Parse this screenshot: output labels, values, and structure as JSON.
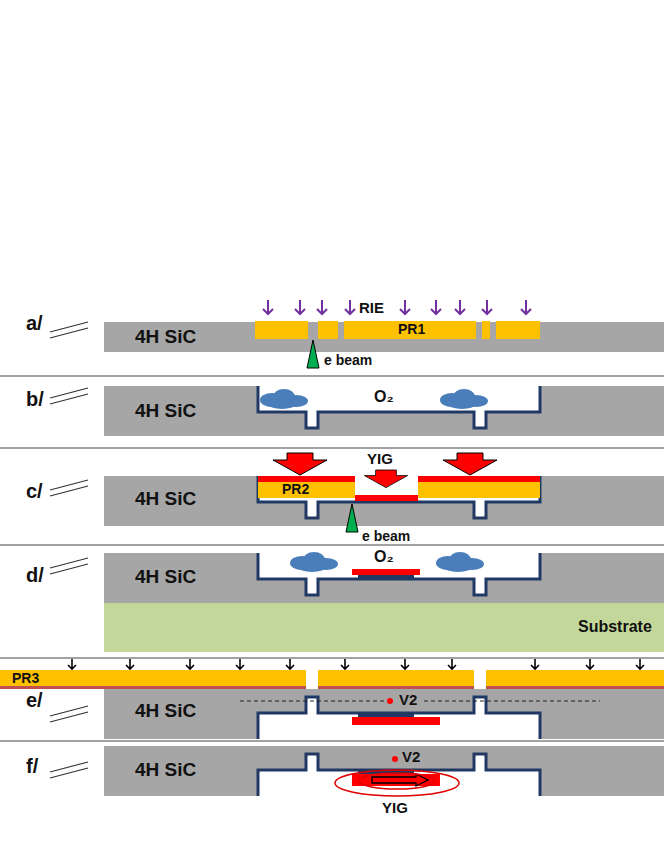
{
  "diagram": {
    "labels": [
      "a/",
      "RIE",
      "4H SiC",
      "PR1",
      "e beam",
      "b/",
      "4H SiC",
      "O₂",
      "c/",
      "4H SiC",
      "PR2",
      "YIG",
      "e beam",
      "d/",
      "4H SiC",
      "O₂",
      "Substrate",
      "e/",
      "PR3",
      "4H SiC",
      "V2",
      "f/",
      "4H SiC",
      "V2",
      "YIG"
    ]
  }
}
